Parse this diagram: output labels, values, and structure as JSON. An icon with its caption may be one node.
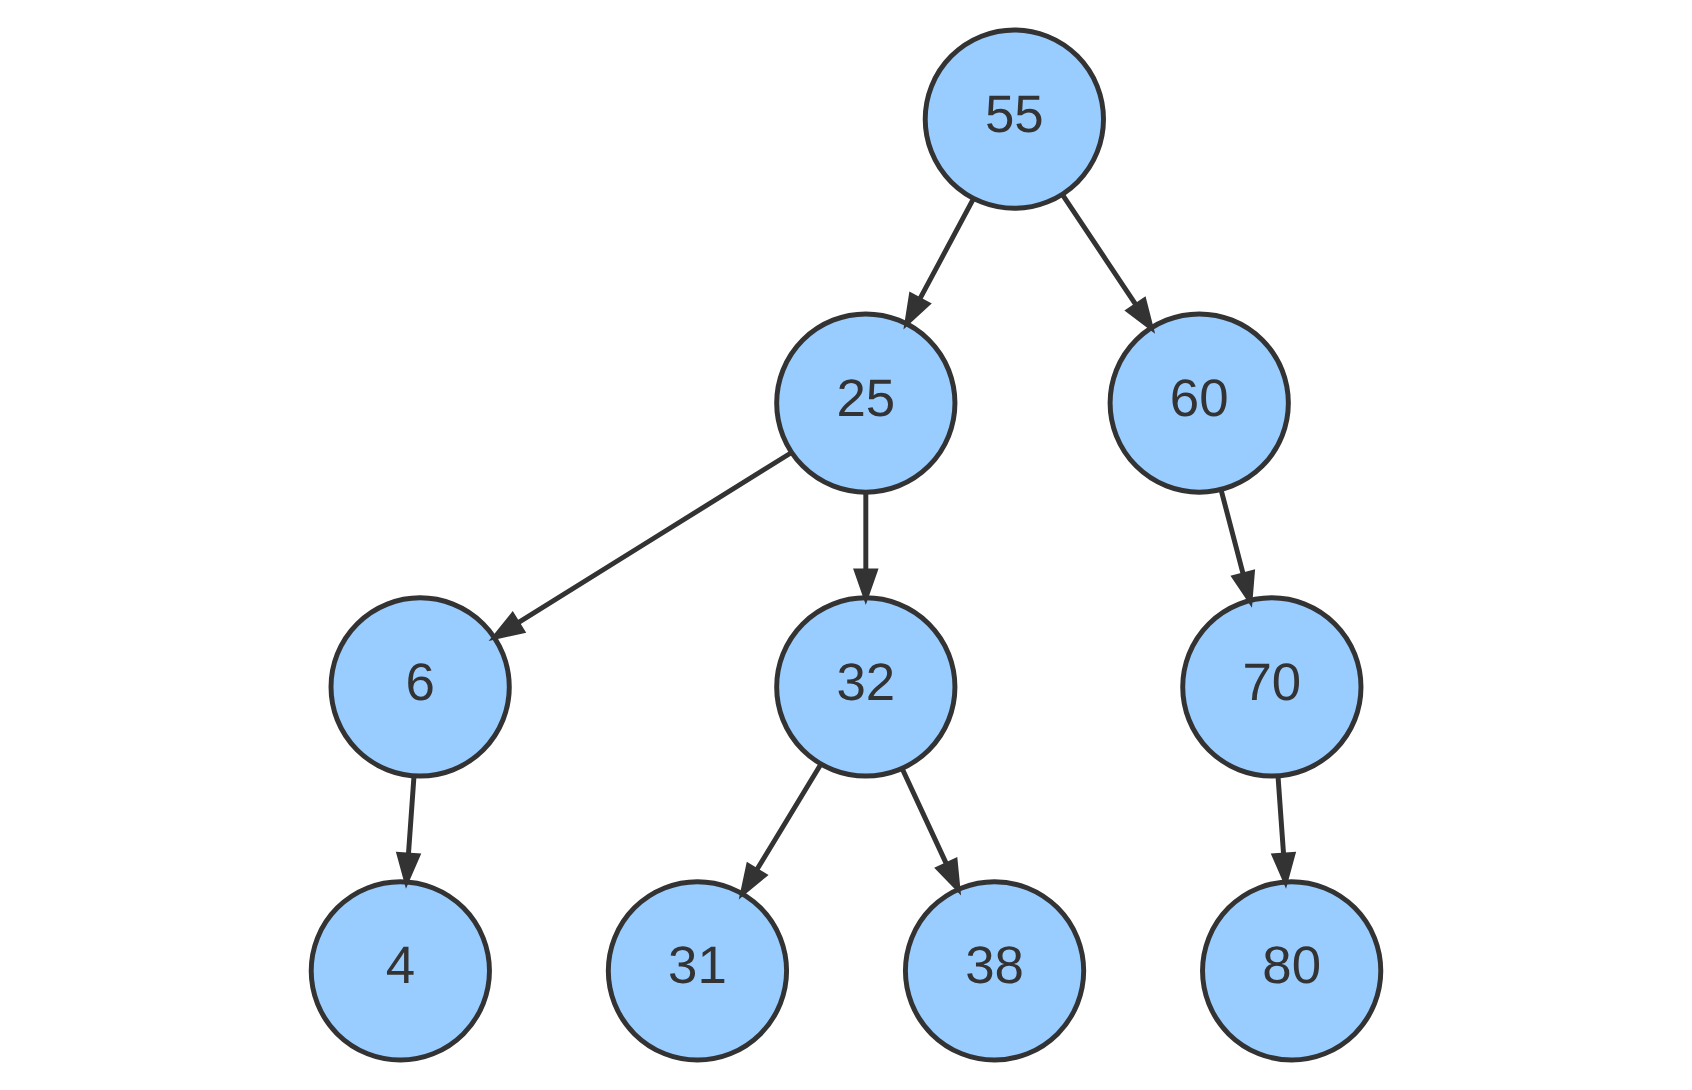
{
  "diagram": {
    "nodes": [
      {
        "text": [
          "55"
        ]
      },
      {
        "text": [
          "25"
        ]
      },
      {
        "text": [
          "60"
        ]
      },
      {
        "text": [
          "6"
        ]
      },
      {
        "text": [
          "32"
        ]
      },
      {
        "text": [
          "70"
        ]
      },
      {
        "text": [
          "4"
        ]
      },
      {
        "text": [
          "31"
        ]
      },
      {
        "text": [
          "38"
        ]
      },
      {
        "text": [
          "80"
        ]
      }
    ],
    "edges": [
      {
        "from": 0,
        "to": 1,
        "arrow": "to"
      },
      {
        "from": 0,
        "to": 2,
        "arrow": "to"
      },
      {
        "from": 1,
        "to": 3,
        "arrow": "to"
      },
      {
        "from": 1,
        "to": 4,
        "arrow": "to"
      },
      {
        "from": 2,
        "to": 5,
        "arrow": "to"
      },
      {
        "from": 3,
        "to": 6,
        "arrow": "to"
      },
      {
        "from": 4,
        "to": 7,
        "arrow": "to"
      },
      {
        "from": 4,
        "to": 8,
        "arrow": "to"
      },
      {
        "from": 5,
        "to": 9,
        "arrow": "to"
      }
    ]
  }
}
